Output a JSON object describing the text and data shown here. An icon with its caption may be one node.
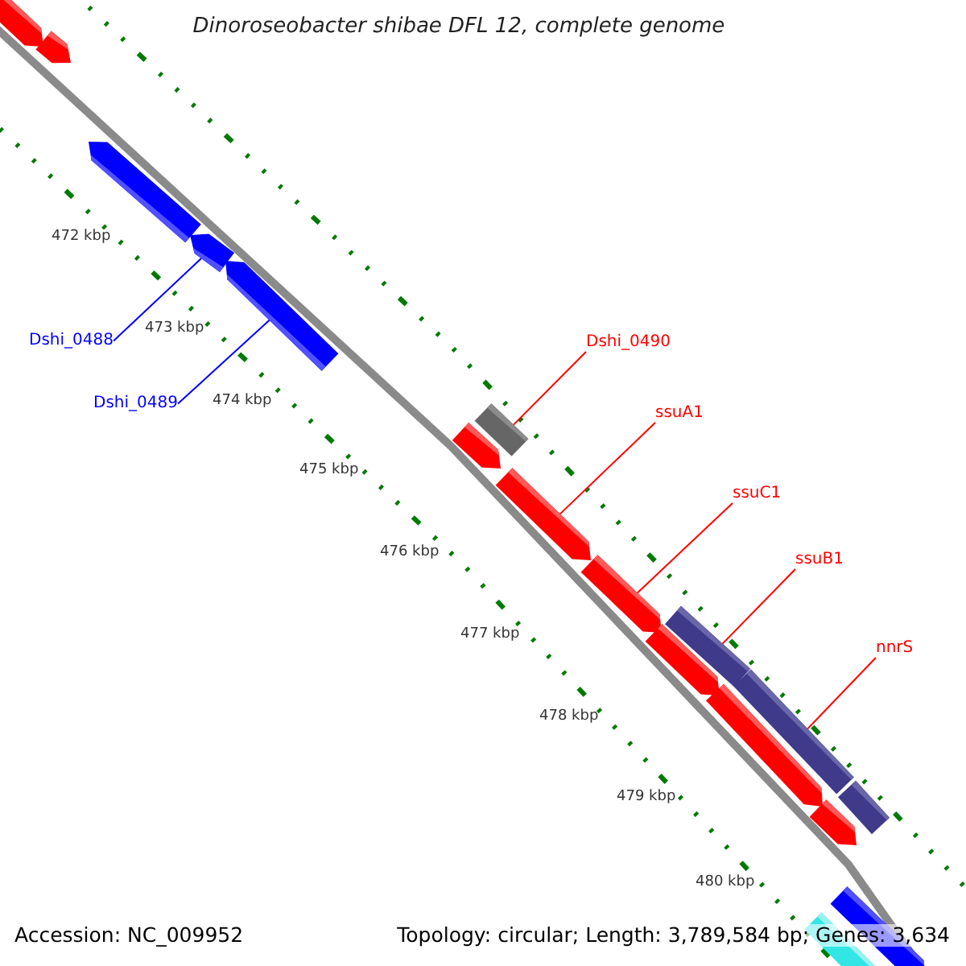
{
  "diagram": {
    "title": "Dinoroseobacter shibae DFL 12, complete genome",
    "nodes": [
      {
        "text": [
          "Dshi_0488"
        ]
      },
      {
        "text": [
          "Dshi_0489"
        ]
      },
      {
        "text": [
          "Dshi_0490"
        ]
      },
      {
        "text": [
          "ssuA1"
        ]
      },
      {
        "text": [
          "ssuC1"
        ]
      },
      {
        "text": [
          "ssuB1"
        ]
      },
      {
        "text": [
          "nnrS"
        ]
      },
      {
        "text": [],
        "shape": "arrow"
      },
      {
        "text": [],
        "shape": "arrow"
      },
      {
        "text": [],
        "shape": "arrow"
      },
      {
        "text": [],
        "shape": "arrow"
      },
      {
        "text": [],
        "shape": "arrow"
      },
      {
        "text": [],
        "shape": "box"
      },
      {
        "text": [],
        "shape": "arrow"
      },
      {
        "text": [],
        "shape": "arrow"
      },
      {
        "text": [],
        "shape": "arrow"
      },
      {
        "text": [],
        "shape": "box"
      },
      {
        "text": [],
        "shape": "arrow"
      },
      {
        "text": [],
        "shape": "box"
      },
      {
        "text": [],
        "shape": "arrow"
      },
      {
        "text": [],
        "shape": "box"
      },
      {
        "text": [],
        "shape": "arrow"
      },
      {
        "text": [],
        "shape": "arrow"
      },
      {
        "text": [],
        "shape": "box"
      }
    ],
    "edges": [
      {
        "from": 0,
        "to": 10,
        "arrow": "none",
        "color": "#0000ff"
      },
      {
        "from": 1,
        "to": 11,
        "arrow": "none",
        "color": "#0000ff"
      },
      {
        "from": 2,
        "to": 12,
        "arrow": "none"
      },
      {
        "from": 3,
        "to": 14,
        "arrow": "none"
      },
      {
        "from": 4,
        "to": 15,
        "arrow": "none"
      },
      {
        "from": 5,
        "to": 16,
        "arrow": "none"
      },
      {
        "from": 6,
        "to": 18,
        "arrow": "none"
      }
    ],
    "labels": [
      "472 kbp",
      "473 kbp",
      "474 kbp",
      "475 kbp",
      "476 kbp",
      "477 kbp",
      "478 kbp",
      "479 kbp",
      "480 kbp",
      "Accession: NC_009952",
      "Topology: circular; Length: 3,789,584 bp; Genes: 3,634"
    ]
  }
}
